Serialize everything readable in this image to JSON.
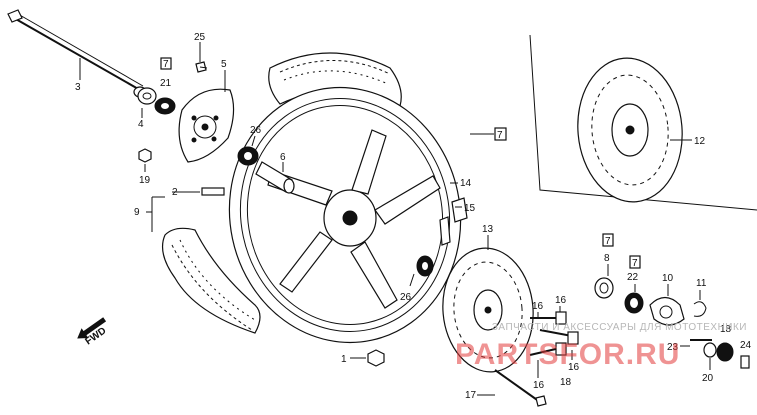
{
  "watermark": {
    "tagline": "ЗАПЧАСТИ И АКСЕССУАРЫ ДЛЯ МОТОТЕХНИКИ",
    "brand": "PARTSFOR.RU"
  },
  "fwd_label": "FWD",
  "callouts": {
    "p1": "1",
    "p2": "2",
    "p3": "3",
    "p4": "4",
    "p5": "5",
    "p6": "6",
    "p8": "8",
    "p9": "9",
    "p10": "10",
    "p11": "11",
    "p12": "12",
    "p13": "13",
    "p14": "14",
    "p15": "15",
    "p16a": "16",
    "p16b": "16",
    "p16c": "16",
    "p16d": "16",
    "p17": "17",
    "p18a": "18",
    "p18b": "18",
    "p19": "19",
    "p20": "20",
    "p21": "21",
    "p22": "22",
    "p23": "23",
    "p24": "24",
    "p25": "25",
    "p26a": "26",
    "p26b": "26",
    "p7a": "7",
    "p7b": "7",
    "p7c": "7",
    "p7d": "7"
  }
}
